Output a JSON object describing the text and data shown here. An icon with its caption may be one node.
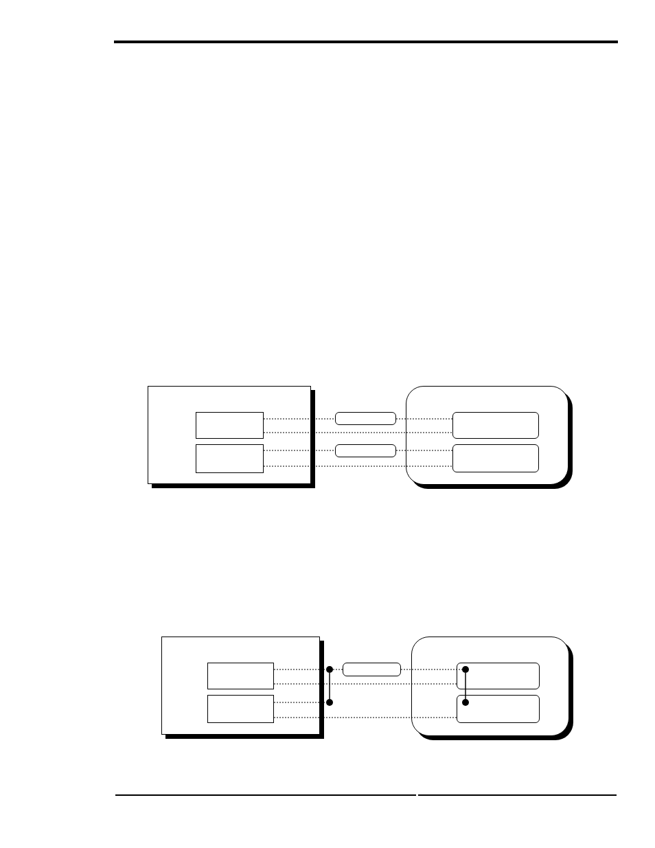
{
  "diagram": {
    "nodes": [
      {
        "text": [],
        "shape": "box"
      },
      {
        "text": [],
        "shape": "box",
        "in": 0
      },
      {
        "text": [],
        "shape": "box",
        "in": 0
      },
      {
        "text": [],
        "shape": "box"
      },
      {
        "text": [],
        "shape": "box"
      },
      {
        "text": [],
        "shape": "box"
      },
      {
        "text": [],
        "shape": "box",
        "in": 5
      },
      {
        "text": [],
        "shape": "box",
        "in": 5
      },
      {
        "text": [],
        "shape": "box"
      },
      {
        "text": [],
        "shape": "box",
        "in": 8
      },
      {
        "text": [],
        "shape": "box",
        "in": 8
      },
      {
        "text": [],
        "shape": "circle"
      },
      {
        "text": [],
        "shape": "circle"
      },
      {
        "text": [],
        "shape": "box"
      },
      {
        "text": [],
        "shape": "box"
      },
      {
        "text": [],
        "shape": "box",
        "in": 14
      },
      {
        "text": [],
        "shape": "circle",
        "in": 15
      },
      {
        "text": [],
        "shape": "box",
        "in": 14
      },
      {
        "text": [],
        "shape": "circle",
        "in": 17
      }
    ],
    "edges": [
      {
        "from": 1,
        "to": 3,
        "arrow": "none",
        "style": "dashed"
      },
      {
        "from": 3,
        "to": 6,
        "arrow": "none",
        "style": "dashed"
      },
      {
        "from": 1,
        "to": 6,
        "arrow": "none",
        "style": "dashed"
      },
      {
        "from": 2,
        "to": 4,
        "arrow": "none",
        "style": "dashed"
      },
      {
        "from": 4,
        "to": 7,
        "arrow": "none",
        "style": "dashed"
      },
      {
        "from": 2,
        "to": 7,
        "arrow": "none",
        "style": "dashed"
      },
      {
        "from": 9,
        "to": 11,
        "arrow": "none",
        "style": "dashed"
      },
      {
        "from": 11,
        "to": 13,
        "arrow": "none",
        "style": "dashed"
      },
      {
        "from": 13,
        "to": 16,
        "arrow": "none",
        "style": "dashed"
      },
      {
        "from": 9,
        "to": 15,
        "arrow": "none",
        "style": "dashed"
      },
      {
        "from": 10,
        "to": 12,
        "arrow": "none",
        "style": "dashed"
      },
      {
        "from": 11,
        "to": 12,
        "arrow": "none"
      },
      {
        "from": 16,
        "to": 18,
        "arrow": "none"
      },
      {
        "from": 10,
        "to": 17,
        "arrow": "none",
        "style": "dashed"
      }
    ]
  }
}
